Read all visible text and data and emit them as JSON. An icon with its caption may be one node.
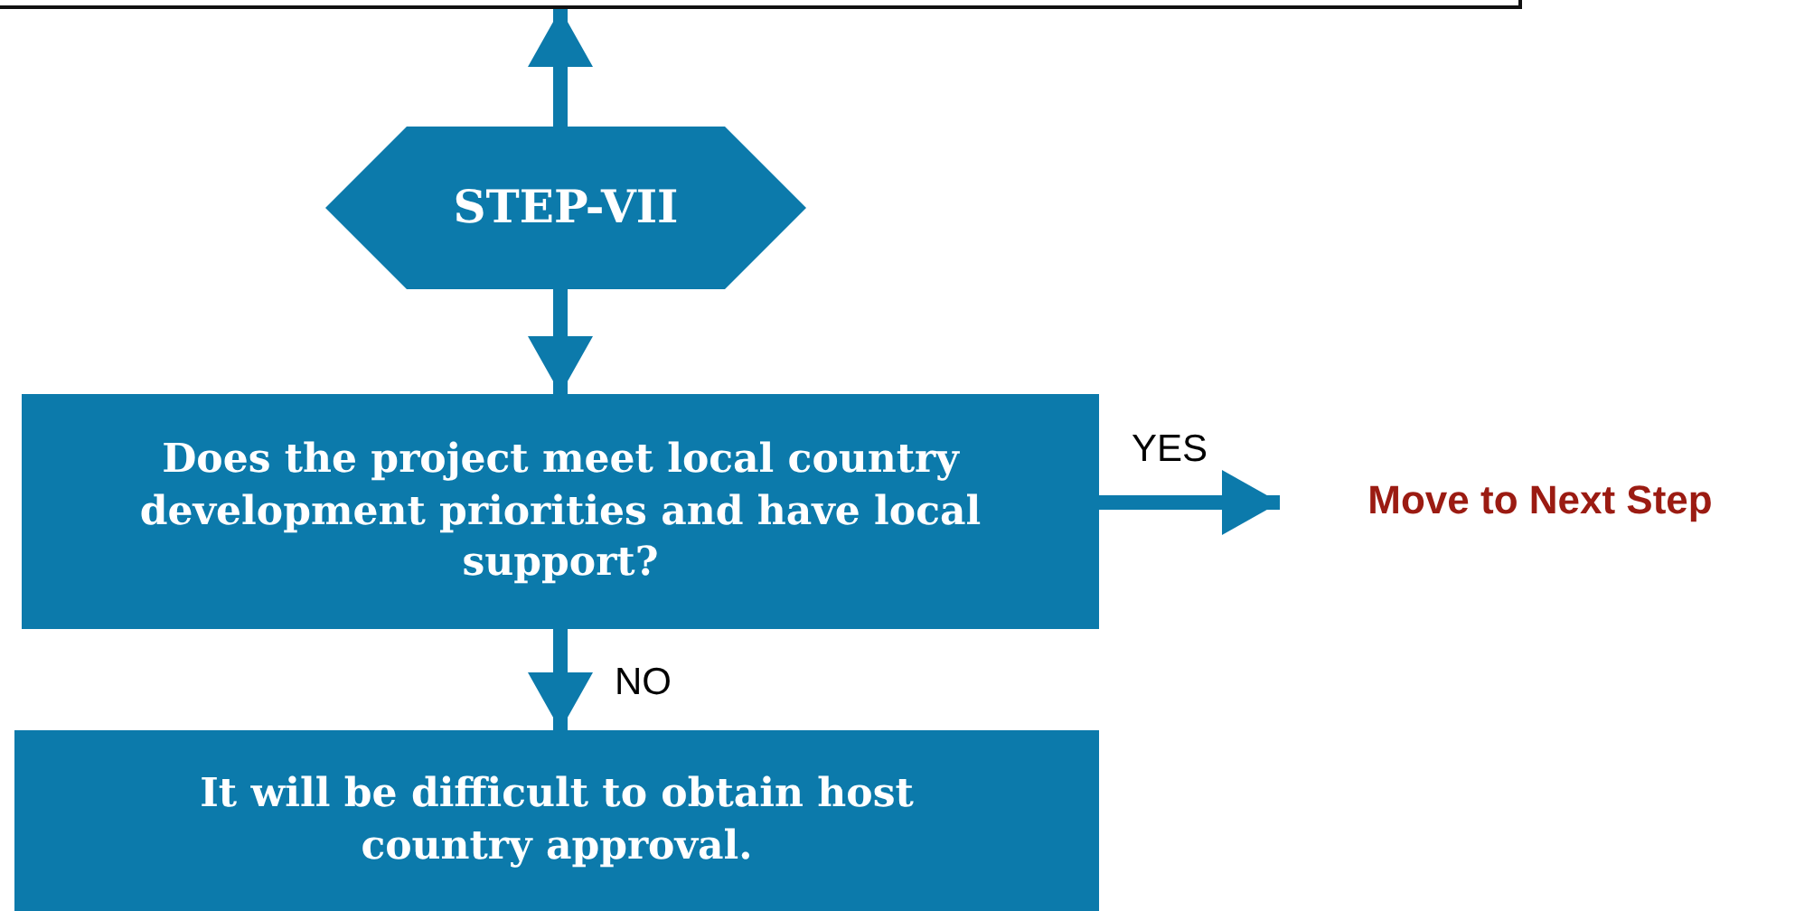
{
  "diagram": {
    "nodes": [
      {
        "text": [],
        "shape": "box"
      },
      {
        "text": [
          "STEP-VII"
        ]
      },
      {
        "text": [
          "Does the project meet local country development priorities and have local support?"
        ]
      },
      {
        "text": [
          "Move to Next Step"
        ]
      },
      {
        "text": [
          "It will be difficult to obtain host country approval."
        ]
      }
    ],
    "edges": [
      {
        "from": 1,
        "to": 0,
        "arrow": "to"
      },
      {
        "from": 1,
        "to": 2,
        "arrow": "to"
      },
      {
        "from": 2,
        "to": 3,
        "arrow": "to",
        "label": "YES"
      },
      {
        "from": 2,
        "to": 4,
        "arrow": "to",
        "label": "NO"
      }
    ]
  }
}
